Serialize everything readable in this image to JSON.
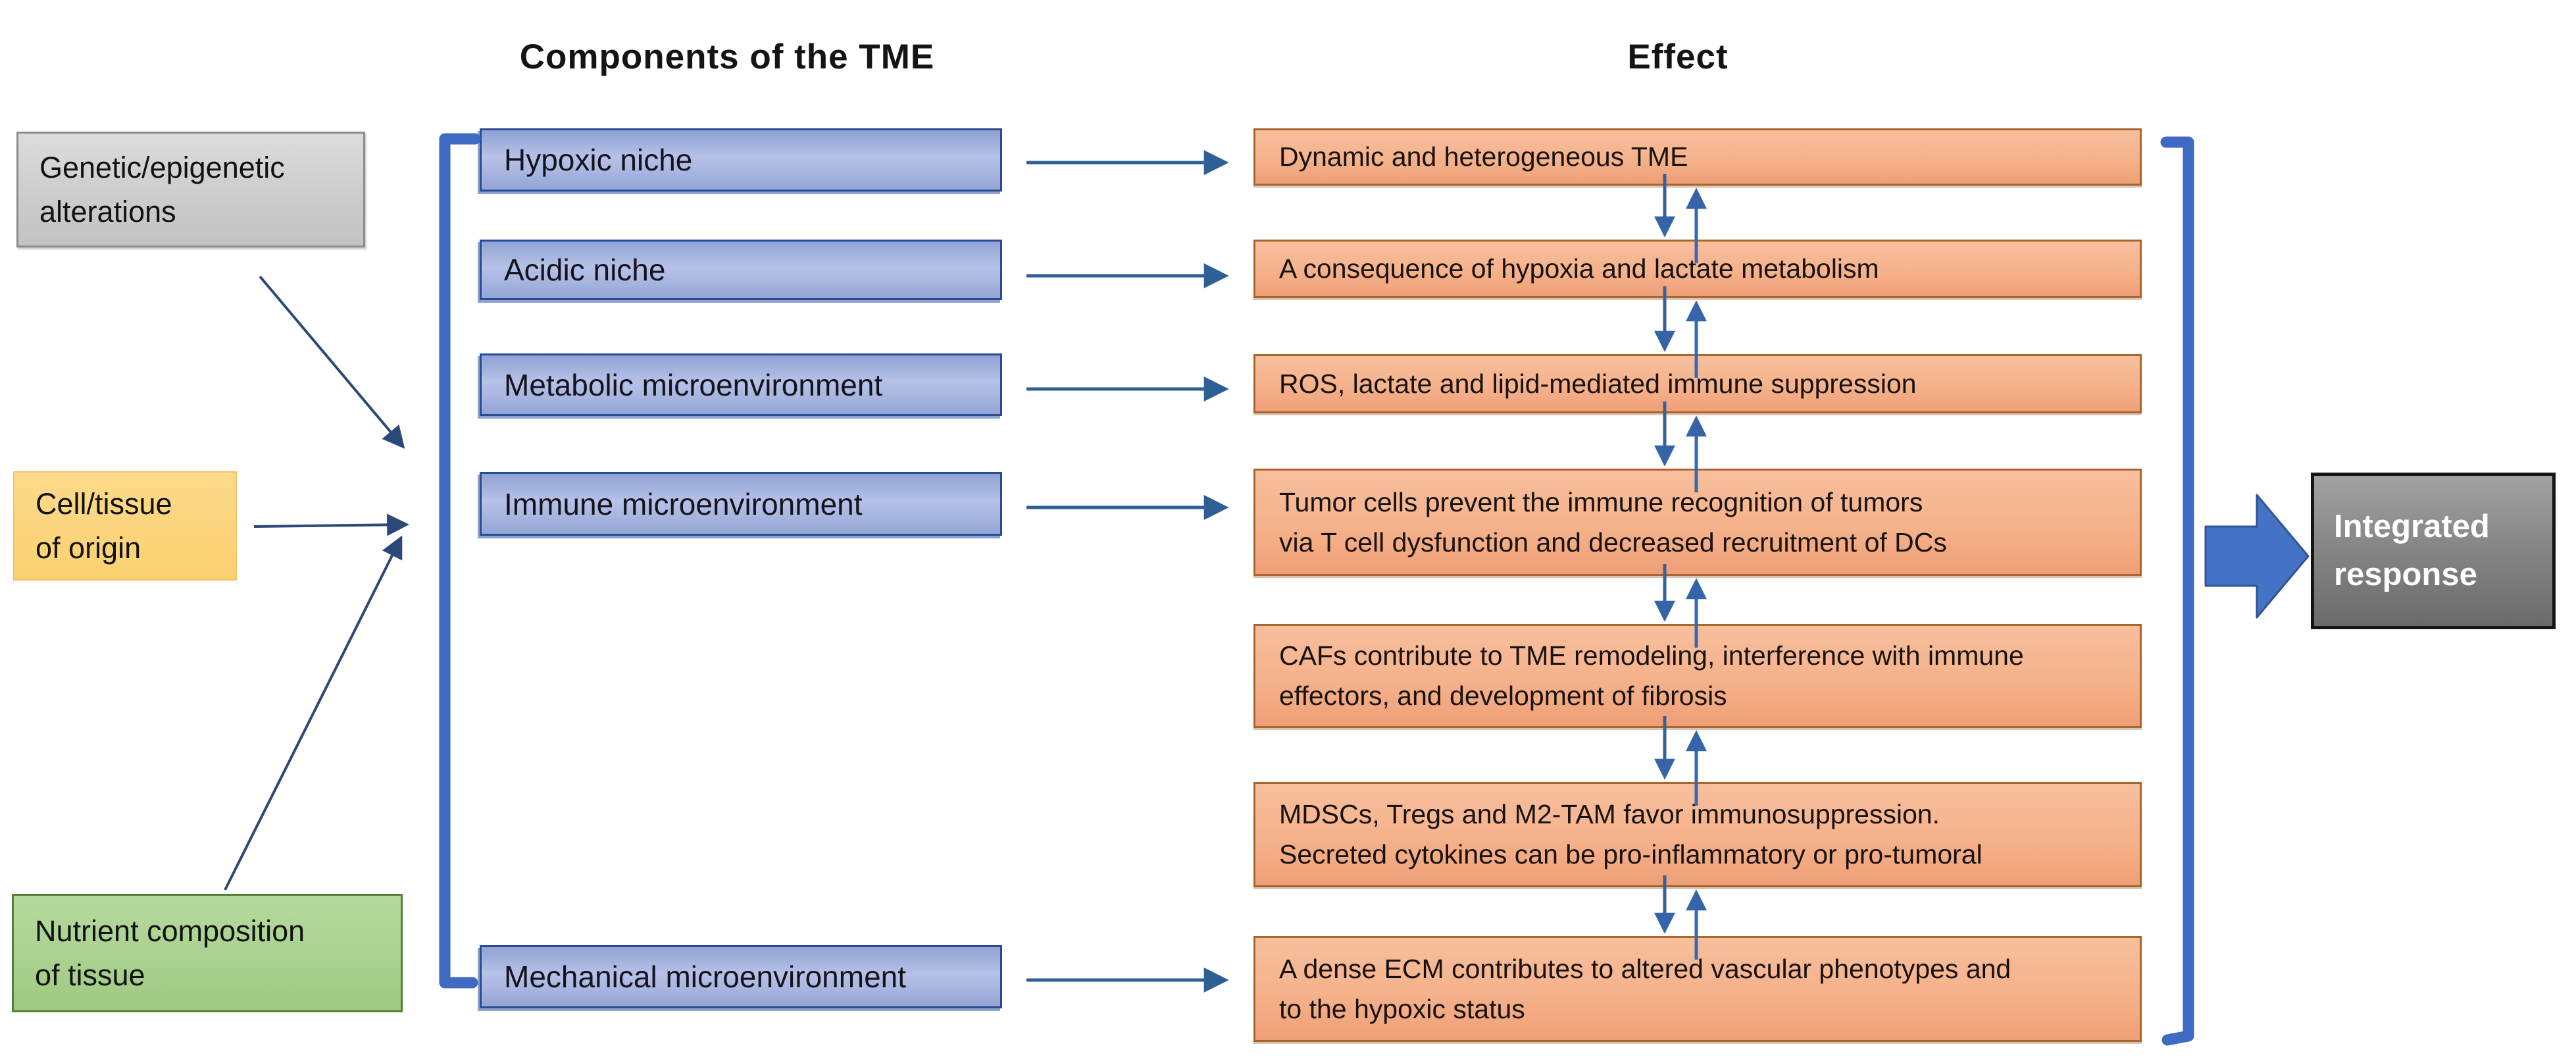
{
  "titles": {
    "components": "Components of the TME",
    "effect": "Effect"
  },
  "inputs": [
    {
      "label": "Genetic/epigenetic\nalterations"
    },
    {
      "label": "Cell/tissue\nof origin"
    },
    {
      "label": "Nutrient composition\nof tissue"
    }
  ],
  "components": [
    {
      "label": "Hypoxic niche"
    },
    {
      "label": "Acidic niche"
    },
    {
      "label": "Metabolic microenvironment"
    },
    {
      "label": "Immune microenvironment"
    },
    {
      "label": "Mechanical microenvironment"
    }
  ],
  "effects": [
    {
      "text": "Dynamic and heterogeneous TME"
    },
    {
      "text": "A consequence of hypoxia and lactate metabolism"
    },
    {
      "text": "ROS, lactate and lipid-mediated immune suppression"
    },
    {
      "text": "Tumor cells prevent the immune recognition of tumors\nvia T cell dysfunction and decreased recruitment of DCs"
    },
    {
      "text": "CAFs contribute to TME remodeling, interference with immune\neffectors, and development of fibrosis"
    },
    {
      "text": "MDSCs, Tregs and M2-TAM favor immunosuppression.\nSecreted cytokines can be pro-inflammatory or pro-tumoral"
    },
    {
      "text": "A dense ECM contributes to altered vascular phenotypes and\nto the hypoxic status"
    }
  ],
  "output": {
    "label": "Integrated\nresponse"
  },
  "colors": {
    "bracket_blue": "#3f6ac4",
    "big_arrow_fill": "#4472c4",
    "big_arrow_edge": "#2f5496",
    "thin_arrow_navy": "#2c4878",
    "horizontal_arrow_blue": "#2e6096",
    "vertical_arrow_blue": "#3565a8",
    "component_fill": "#a9b7de",
    "component_border": "#2b4a94",
    "effect_fill": "#f4b183",
    "effect_border": "#a9652e",
    "genetic_fill": "#cecece",
    "celltissue_fill": "#fbd57e",
    "nutrient_fill": "#a8d08d",
    "nutrient_border": "#538135",
    "output_fill": "#7d7d7d",
    "output_text": "#ffffff"
  }
}
